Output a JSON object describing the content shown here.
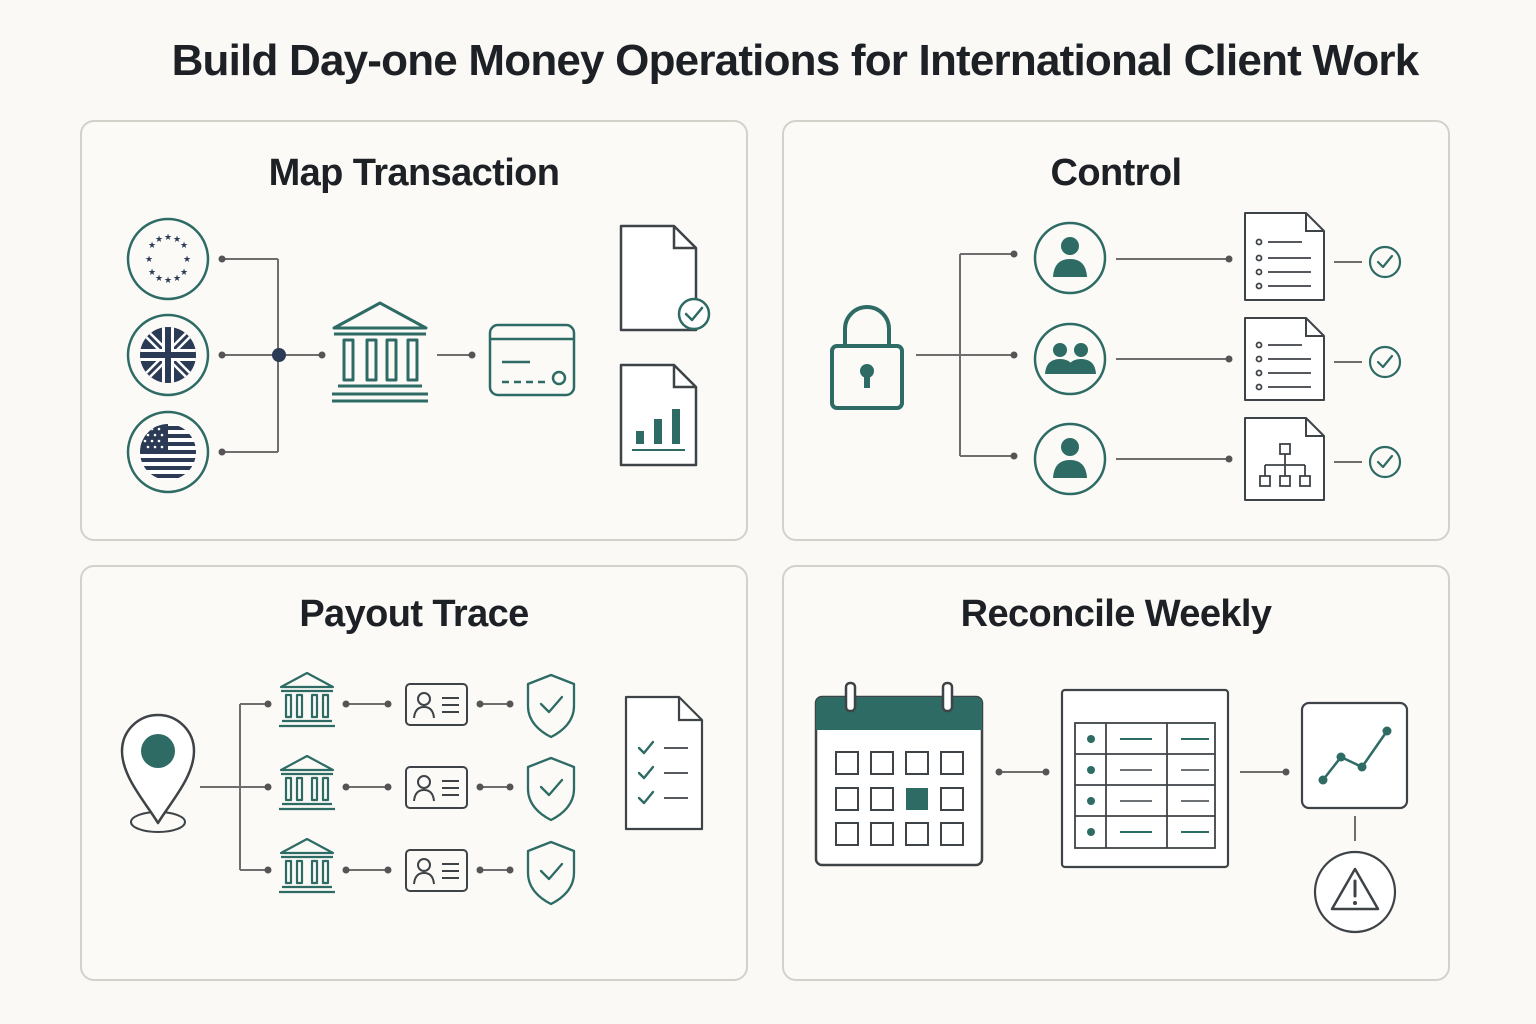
{
  "page": {
    "title": "Build Day-one Money Operations for International Client Work"
  },
  "panels": {
    "map_transaction": {
      "title": "Map Transaction"
    },
    "control": {
      "title": "Control"
    },
    "payout_trace": {
      "title": "Payout Trace"
    },
    "reconcile_weekly": {
      "title": "Reconcile Weekly"
    }
  },
  "colors": {
    "teal": "#2d6b64",
    "navy": "#2b3a55",
    "stroke": "#3e4347",
    "line": "#6e6e6e",
    "panel_border": "#d4d1cb"
  },
  "icons": [
    "eu-flag-icon",
    "uk-flag-icon",
    "us-flag-icon",
    "bank-icon",
    "card-icon",
    "document-check-icon",
    "report-chart-icon",
    "lock-icon",
    "user-icon",
    "users-icon",
    "checklist-document-icon",
    "org-chart-document-icon",
    "check-circle-icon",
    "location-pin-icon",
    "id-card-icon",
    "shield-check-icon",
    "task-list-document-icon",
    "calendar-icon",
    "table-icon",
    "trend-chart-icon",
    "warning-icon"
  ]
}
